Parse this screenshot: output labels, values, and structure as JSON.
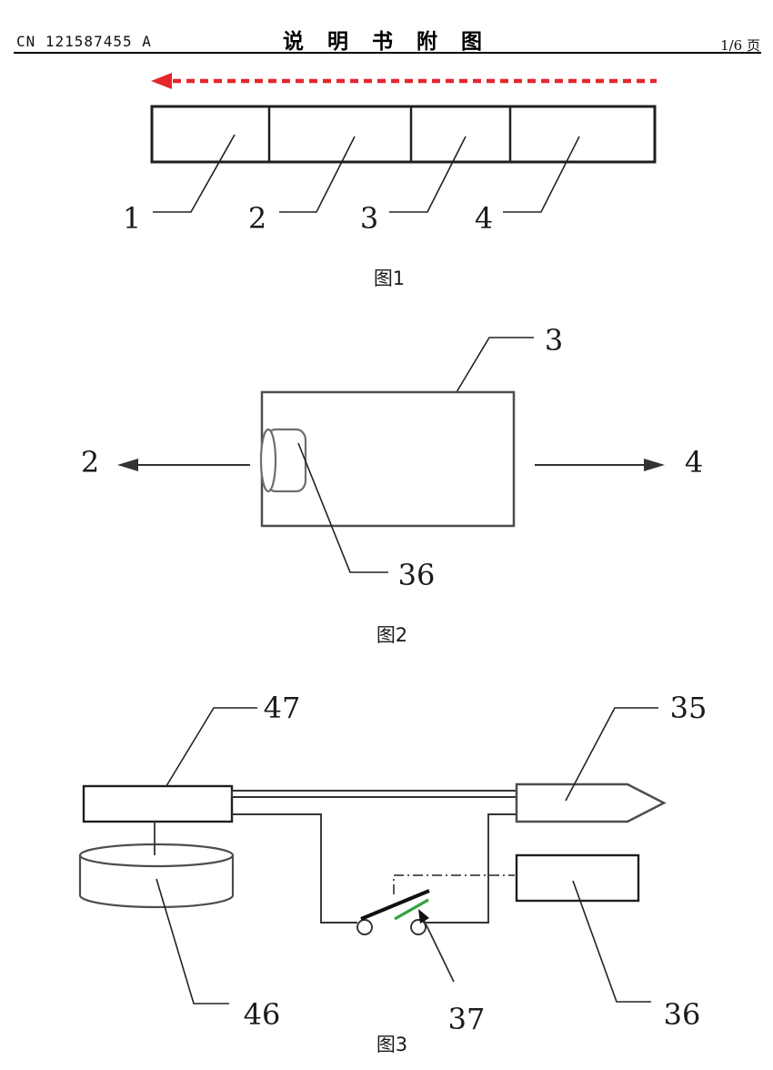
{
  "header": {
    "patent_number": "CN 121587455 A",
    "title": "说 明 书 附 图",
    "page_indicator": "1/6 页"
  },
  "fig1": {
    "caption": "图1",
    "label_1": "1",
    "label_2": "2",
    "label_3": "3",
    "label_4": "4"
  },
  "fig2": {
    "caption": "图2",
    "label_left_arrow": "2",
    "label_box": "3",
    "label_right_arrow": "4",
    "label_cylinder": "36"
  },
  "fig3": {
    "caption": "图3",
    "label_left_box": "47",
    "label_pointed_box": "35",
    "label_disc": "46",
    "label_switch": "37",
    "label_right_box": "36"
  },
  "colors": {
    "red_arrow": "#e5262c",
    "green_blade": "#2fa33c"
  }
}
